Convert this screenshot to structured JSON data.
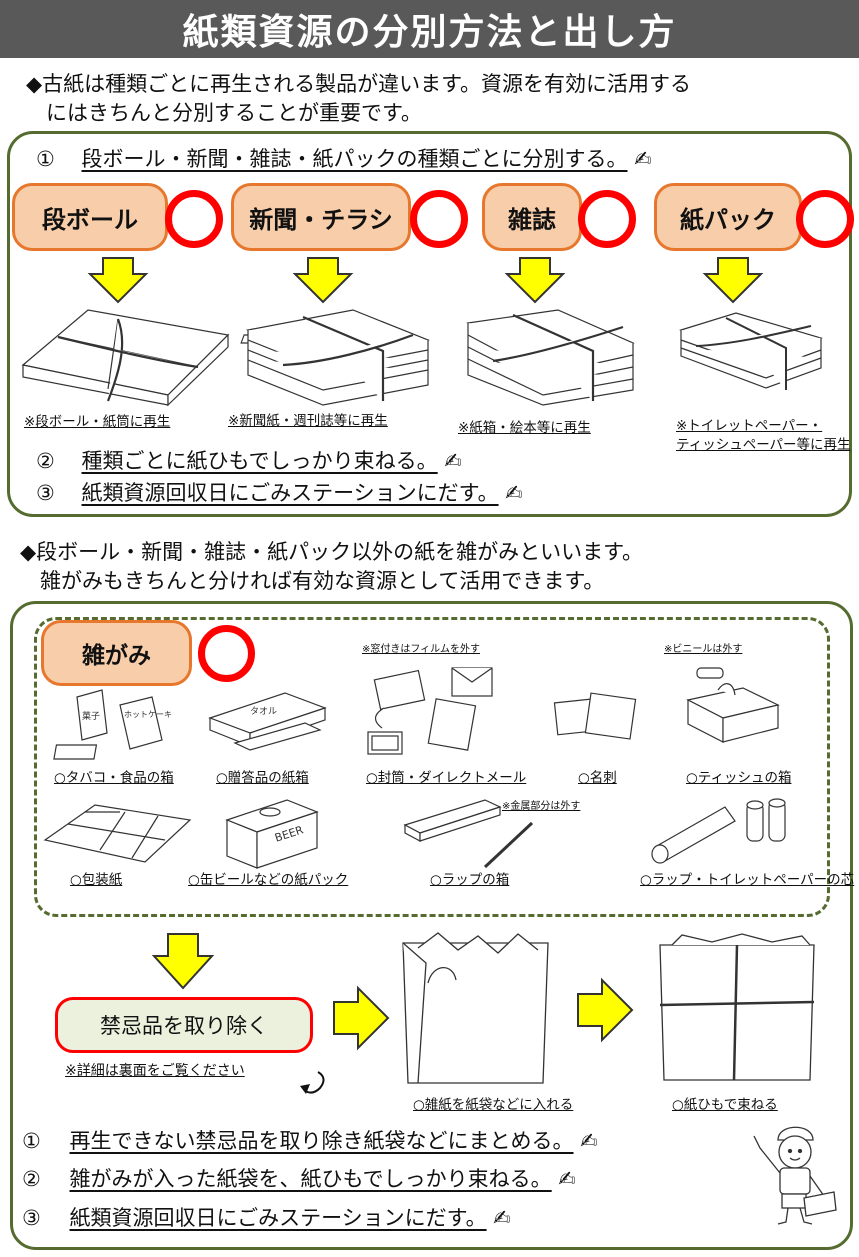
{
  "title": "紙類資源の分別方法と出し方",
  "intro1": {
    "line1": "◆古紙は種類ごとに再生される製品が違います。資源を有効に活用する",
    "line2": "にはきちんと分別することが重要です。"
  },
  "section1": {
    "step1": {
      "num": "①",
      "text": "段ボール・新聞・雑誌・紙パックの種類ごとに分別する。"
    },
    "categories": [
      {
        "label": "段ボール",
        "caption": "※段ボール・紙筒に再生"
      },
      {
        "label": "新聞・チラシ",
        "caption": "※新聞紙・週刊誌等に再生"
      },
      {
        "label": "雑誌",
        "caption": "※紙箱・絵本等に再生"
      },
      {
        "label": "紙パック",
        "caption1": "※トイレットペーパー・",
        "caption2": "ティッシュペーパー等に再生"
      }
    ],
    "step2": {
      "num": "②",
      "text": "種類ごとに紙ひもでしっかり束ねる。"
    },
    "step3": {
      "num": "③",
      "text": "紙類資源回収日にごみステーションにだす。"
    }
  },
  "intro2": {
    "line1": "◆段ボール・新聞・雑誌・紙パック以外の紙を雑がみといいます。",
    "line2": "雑がみもきちんと分ければ有効な資源として活用できます。"
  },
  "section2": {
    "label": "雑がみ",
    "notes": {
      "window": "※窓付きはフィルムを外す",
      "vinyl": "※ビニールは外す",
      "metal": "※金属部分は外す"
    },
    "items": [
      "○タバコ・食品の箱",
      "○贈答品の紙箱",
      "○封筒・ダイレクトメール",
      "○名刺",
      "○ティッシュの箱",
      "○包装紙",
      "○缶ビールなどの紙パック",
      "○ラップの箱",
      "○ラップ・トイレットペーパーの芯"
    ],
    "illustration_text": {
      "box1": "菓子",
      "box2": "ホットケーキ",
      "gift": "タオル",
      "beer": "BEER"
    },
    "kinki": "禁忌品を取り除く",
    "detail": "※詳細は裏面をご覧ください",
    "bag_caption": "○雑紙を紙袋などに入れる",
    "tie_caption": "○紙ひもで束ねる",
    "step1": {
      "num": "①",
      "text": "再生できない禁忌品を取り除き紙袋などにまとめる。"
    },
    "step2": {
      "num": "②",
      "text": "雑がみが入った紙袋を、紙ひもでしっかり束ねる。"
    },
    "step3": {
      "num": "③",
      "text": "紙類資源回収日にごみステーションにだす。"
    }
  },
  "colors": {
    "title_bg": "#595959",
    "panel_border": "#556b2f",
    "pill_fill": "#f8cdaa",
    "pill_border": "#e6772d",
    "ring": "#ff0000",
    "arrow": "#ffff00",
    "kinki_fill": "#ebf1dd"
  }
}
